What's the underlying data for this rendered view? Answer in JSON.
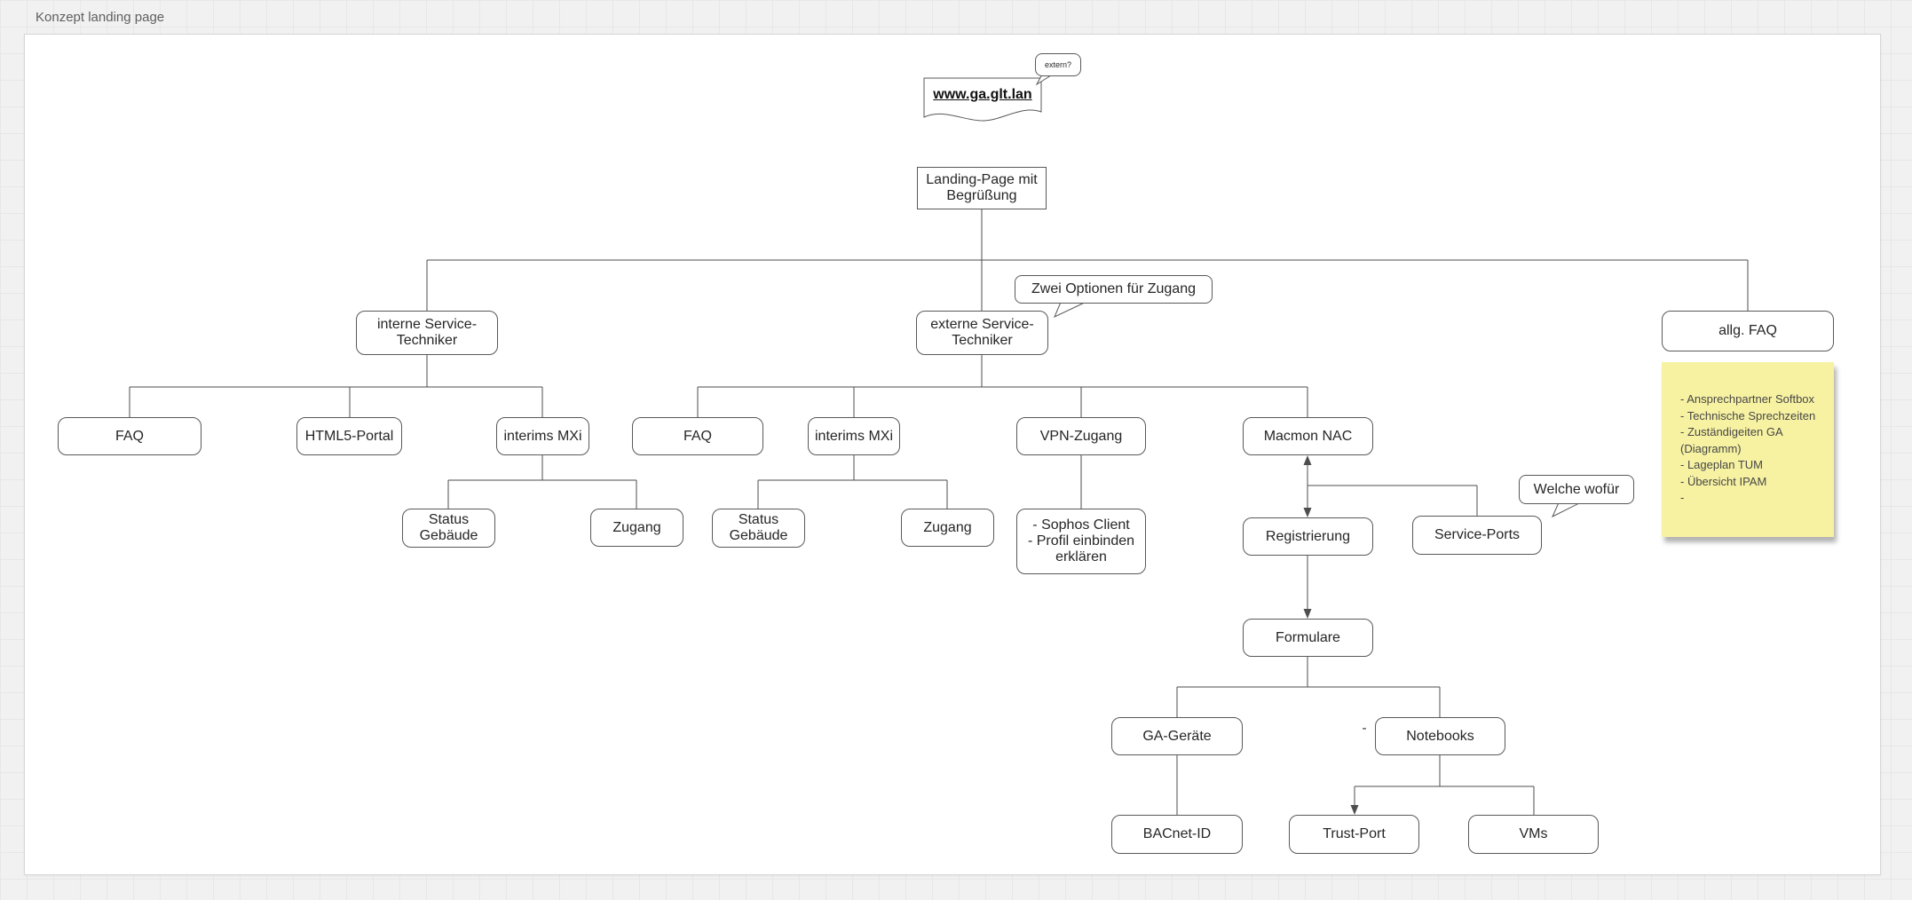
{
  "title": "Konzept landing page",
  "colors": {
    "canvas": "#ffffff",
    "background": "#f1f1f1",
    "stroke": "#595959",
    "connector": "#4e4e4e",
    "note_fill": "#f7f2a2"
  },
  "nodes": {
    "extern_bubble": {
      "label": "extern?"
    },
    "url_document": {
      "label": "www.ga.glt.lan"
    },
    "landing": {
      "label": "Landing-Page mit\nBegrüßung"
    },
    "zwei_callout": {
      "label": "Zwei Optionen für Zugang"
    },
    "interne": {
      "label": "interne Service-\nTechniker"
    },
    "externe": {
      "label": "externe Service-\nTechniker"
    },
    "allg_faq": {
      "label": "allg. FAQ"
    },
    "faq_intern": {
      "label": "FAQ"
    },
    "html5_portal": {
      "label": "HTML5-Portal"
    },
    "interims_mxi_intern": {
      "label": "interims MXi"
    },
    "status_gebaeude_intern": {
      "label": "Status\nGebäude"
    },
    "zugang_intern": {
      "label": "Zugang"
    },
    "faq_extern": {
      "label": "FAQ"
    },
    "interims_mxi_extern": {
      "label": "interims MXi"
    },
    "vpn_zugang": {
      "label": "VPN-Zugang"
    },
    "macmon_nac": {
      "label": "Macmon NAC"
    },
    "status_gebaeude_extern": {
      "label": "Status\nGebäude"
    },
    "zugang_extern": {
      "label": "Zugang"
    },
    "sophos_note": {
      "label": "- Sophos Client\n- Profil einbinden\nerklären"
    },
    "registrierung": {
      "label": "Registrierung"
    },
    "service_ports": {
      "label": "Service-Ports"
    },
    "welche_callout": {
      "label": "Welche wofür"
    },
    "formulare": {
      "label": "Formulare"
    },
    "ga_geraete": {
      "label": "GA-Geräte"
    },
    "notebooks": {
      "label": "Notebooks"
    },
    "notebooks_dash": {
      "label": "-"
    },
    "bacnet_id": {
      "label": "BACnet-ID"
    },
    "trust_port": {
      "label": "Trust-Port"
    },
    "vms": {
      "label": "VMs"
    }
  },
  "sticky_note": {
    "lines": [
      "- Ansprechpartner Softbox",
      "- Technische Sprechzeiten",
      "- Zuständigeiten GA",
      "(Diagramm)",
      "- Lageplan TUM",
      "- Übersicht IPAM",
      "-"
    ]
  }
}
